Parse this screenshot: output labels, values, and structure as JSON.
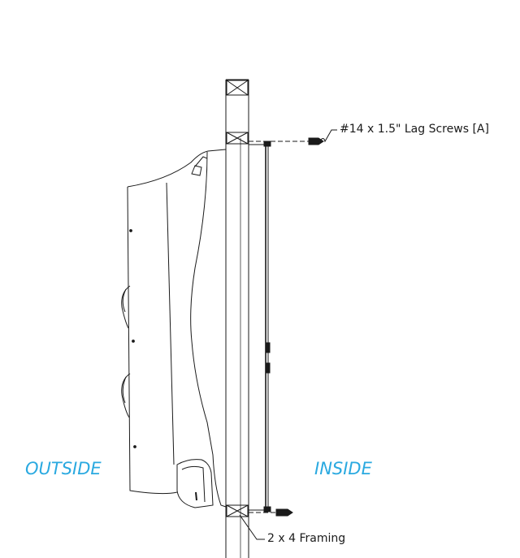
{
  "labels": {
    "lag_screws": "#14 x 1.5\" Lag Screws [A]",
    "framing": "2 x 4 Framing",
    "outside": "OUTSIDE",
    "inside": "INSIDE"
  },
  "colors": {
    "line": "#1a1a1a",
    "side_label": "#2aa9e0",
    "background": "#ffffff"
  }
}
